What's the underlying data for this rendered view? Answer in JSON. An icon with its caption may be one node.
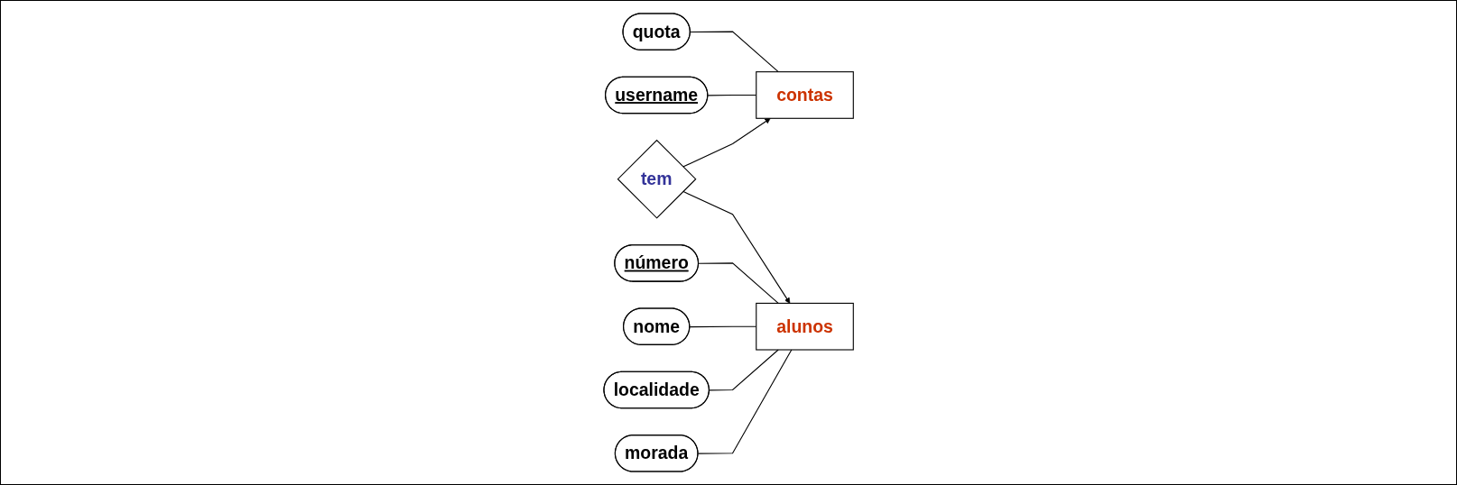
{
  "diagram": {
    "nodes": [
      {
        "text": [
          "quota"
        ]
      },
      {
        "text": [
          "número"
        ]
      },
      {
        "text": [
          "nome"
        ]
      },
      {
        "text": [
          "contas"
        ]
      },
      {
        "text": [
          "tem"
        ]
      },
      {
        "text": [
          "alunos"
        ]
      },
      {
        "text": [
          "localidade"
        ]
      },
      {
        "text": [
          "username"
        ]
      },
      {
        "text": [
          "morada"
        ]
      }
    ],
    "edges": [
      {
        "from": 0,
        "to": 3,
        "arrow": "none"
      },
      {
        "from": 7,
        "to": 3,
        "arrow": "none"
      },
      {
        "from": 4,
        "to": 3,
        "arrow": "to"
      },
      {
        "from": 4,
        "to": 5,
        "arrow": "to"
      },
      {
        "from": 1,
        "to": 5,
        "arrow": "none"
      },
      {
        "from": 2,
        "to": 5,
        "arrow": "none"
      },
      {
        "from": 6,
        "to": 5,
        "arrow": "none"
      },
      {
        "from": 8,
        "to": 5,
        "arrow": "none"
      }
    ]
  }
}
